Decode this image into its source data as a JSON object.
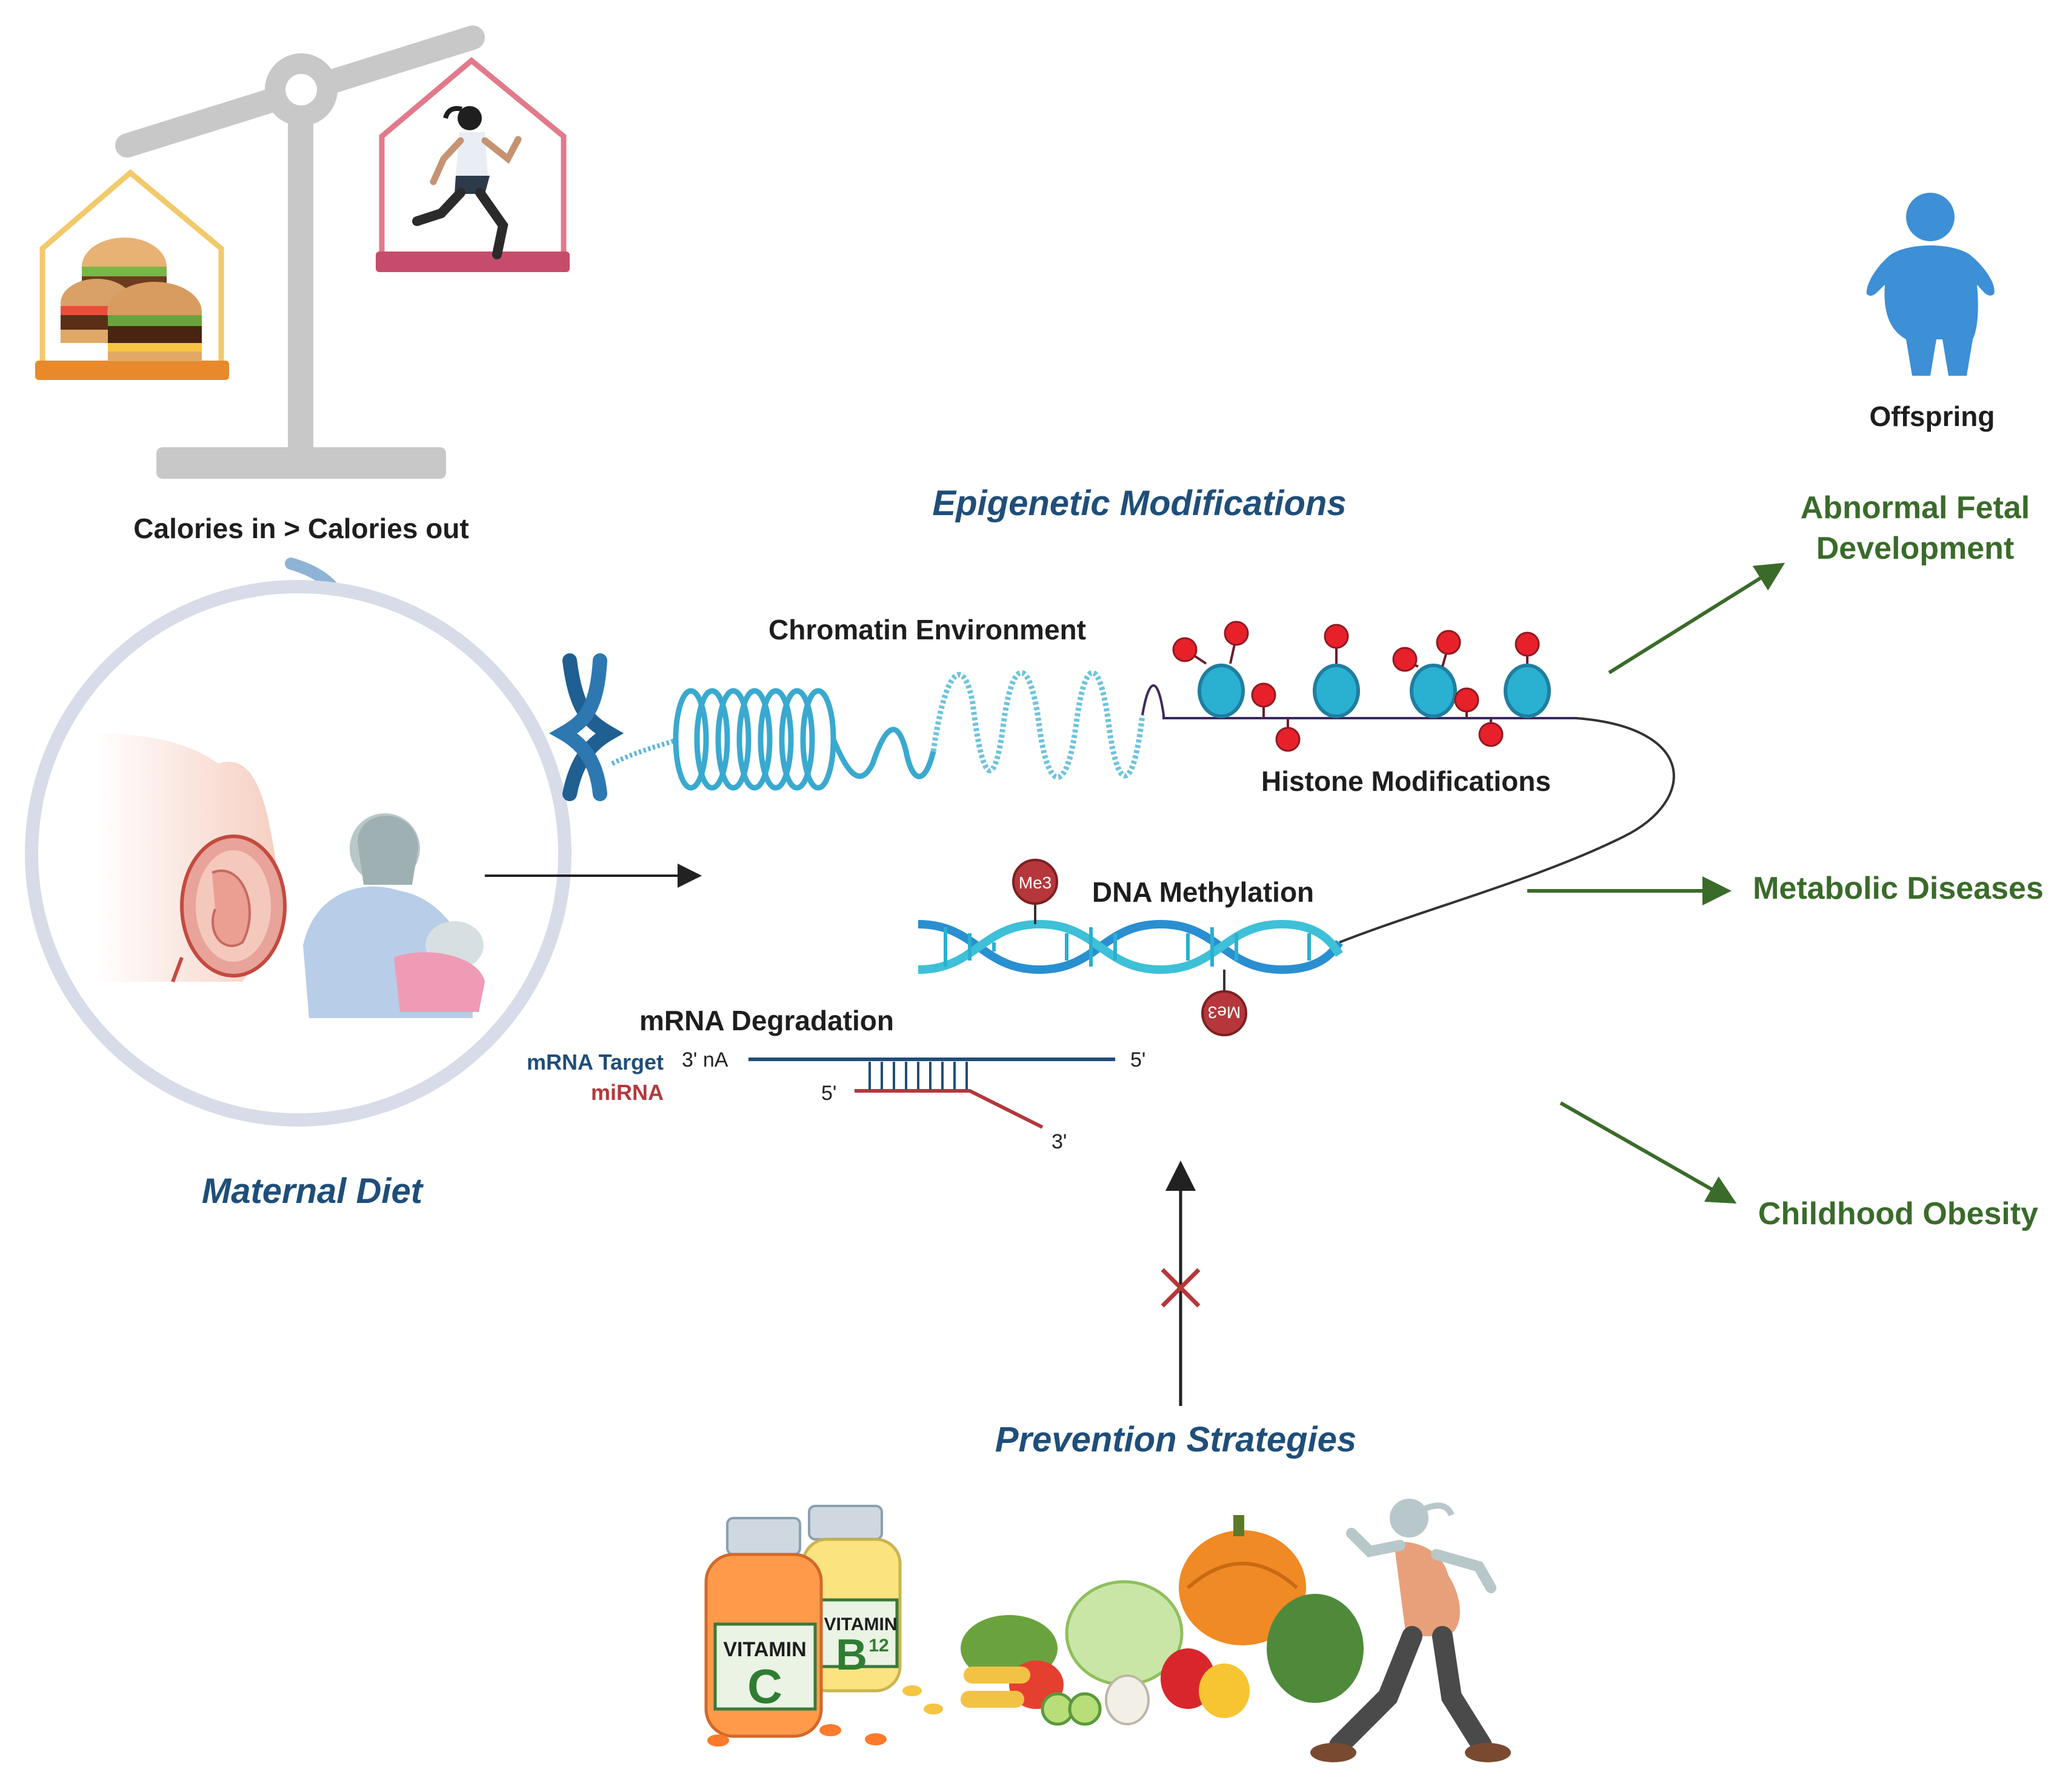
{
  "labels": {
    "calories": "Calories in > Calories out",
    "epigenetic": "Epigenetic Modifications",
    "chromatin": "Chromatin Environment",
    "histone": "Histone Modifications",
    "dna_methylation": "DNA Methylation",
    "me3": "Me3",
    "mrna_degradation": "mRNA Degradation",
    "mrna_target": "mRNA Target",
    "mirna": "miRNA",
    "three_prime_na": "3' nA",
    "five_prime": "5'",
    "three_prime": "3'",
    "maternal_diet": "Maternal Diet",
    "prevention": "Prevention Strategies",
    "offspring": "Offspring",
    "abnormal_line1": "Abnormal Fetal",
    "abnormal_line2": "Development",
    "metabolic": "Metabolic Diseases",
    "childhood": "Childhood Obesity",
    "vitamin": "VITAMIN",
    "vitamin_c": "C",
    "vitamin_b": "B",
    "vitamin_b_sub": "12"
  },
  "colors": {
    "heading_blue": "#1f4e79",
    "outcome_green": "#3a6b2a",
    "mirna_red": "#b5373b",
    "dna_teal": "#2ab0d0",
    "scale_gray": "#c8c8c8",
    "offspring_blue": "#3d8fd6"
  },
  "icons": [
    "balance-scale-icon",
    "burger-icon",
    "runner-icon",
    "pregnant-mother-icon",
    "breastfeeding-icon",
    "chromosome-icon",
    "dna-helix-icon",
    "nucleosome-icon",
    "offspring-icon",
    "vitamin-bottle-icon",
    "vegetables-icon",
    "walking-pregnant-woman-icon"
  ]
}
